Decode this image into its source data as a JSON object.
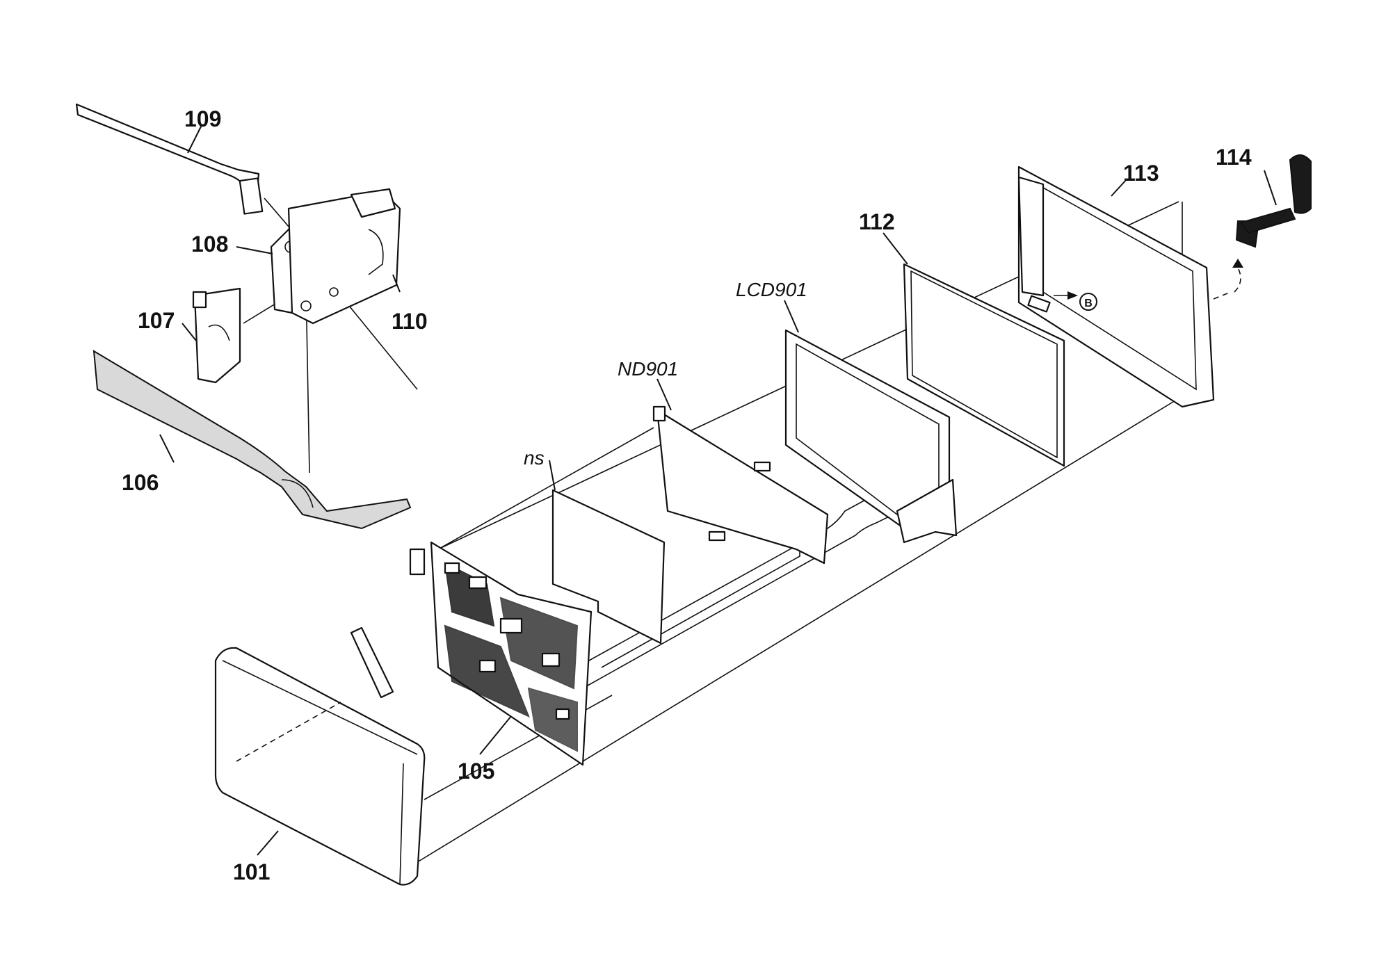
{
  "labels": {
    "p101": "101",
    "p105": "105",
    "p106": "106",
    "p107": "107",
    "p108": "108",
    "p109": "109",
    "p110": "110",
    "p112": "112",
    "p113": "113",
    "p114": "114",
    "lcd901": "LCD901",
    "nd901": "ND901",
    "ns": "ns",
    "ref_b": "B"
  }
}
